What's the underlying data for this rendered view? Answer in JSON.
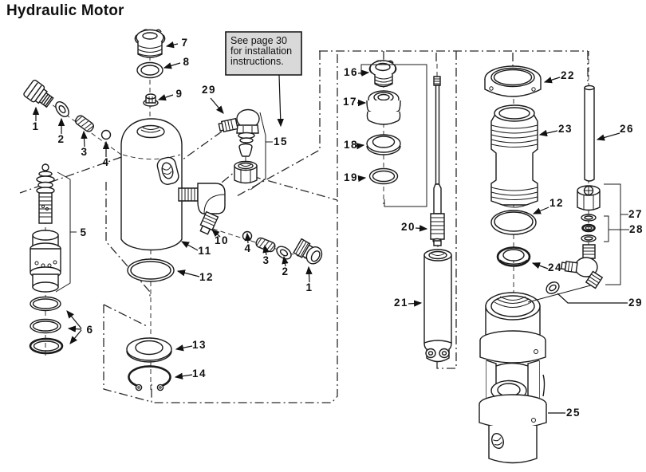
{
  "title": "Hydraulic Motor",
  "note": {
    "lines": [
      "See page 30",
      "for installation",
      "instructions."
    ],
    "fill_color": "#d9d9d9"
  },
  "diagram": {
    "type": "exploded-parts-diagram",
    "line_color": "#1a1a1a",
    "background": "#ffffff"
  },
  "callouts": [
    {
      "label": "7"
    },
    {
      "label": "8"
    },
    {
      "label": "9"
    },
    {
      "label": "29"
    },
    {
      "label": "15"
    },
    {
      "label": "1"
    },
    {
      "label": "2"
    },
    {
      "label": "3"
    },
    {
      "label": "4"
    },
    {
      "label": "5"
    },
    {
      "label": "6"
    },
    {
      "label": "10"
    },
    {
      "label": "11"
    },
    {
      "label": "12"
    },
    {
      "label": "13"
    },
    {
      "label": "14"
    },
    {
      "label": "4"
    },
    {
      "label": "3"
    },
    {
      "label": "2"
    },
    {
      "label": "1"
    },
    {
      "label": "16"
    },
    {
      "label": "17"
    },
    {
      "label": "18"
    },
    {
      "label": "19"
    },
    {
      "label": "20"
    },
    {
      "label": "21"
    },
    {
      "label": "22"
    },
    {
      "label": "23"
    },
    {
      "label": "26"
    },
    {
      "label": "12"
    },
    {
      "label": "24"
    },
    {
      "label": "27"
    },
    {
      "label": "28"
    },
    {
      "label": "29"
    },
    {
      "label": "25"
    }
  ]
}
